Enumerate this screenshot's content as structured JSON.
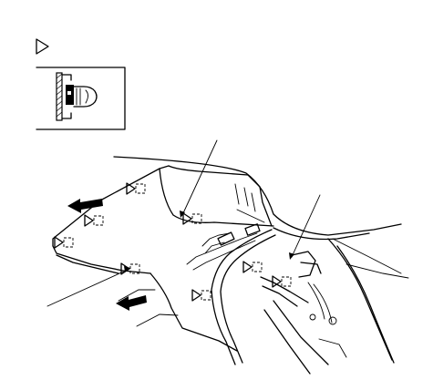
{
  "diagram": {
    "type": "technical-illustration",
    "legend_symbol": "triangle-clip-marker",
    "inset": {
      "shows": "clip-fastener-detail"
    },
    "removal_arrows": 2,
    "callout_lines": 3
  }
}
